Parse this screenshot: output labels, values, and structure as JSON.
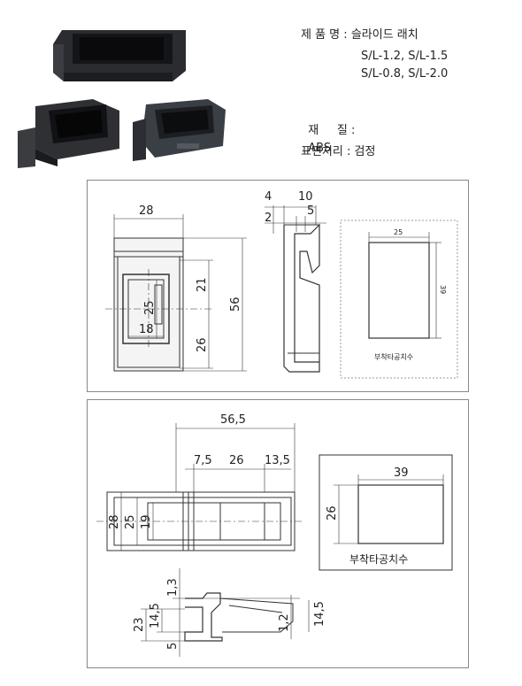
{
  "spec": {
    "name_label": "제 품 명 :",
    "name_value": "슬라이드 래치",
    "models_line1": "S/L-1.2, S/L-1.5",
    "models_line2": "S/L-0.8, S/L-2.0",
    "material_label": "재     질 :",
    "material_value": "ABS",
    "finish_label": "표면처리 :",
    "finish_value": "검정"
  },
  "drawing1": {
    "width": "28",
    "height": "56",
    "upper": "21",
    "lower": "26",
    "window_h": "25",
    "window_w": "18",
    "side_top1": "4",
    "side_top2": "10",
    "side_mid1": "2",
    "side_mid2": "5",
    "cutout_w": "25",
    "cutout_h": "39",
    "cutout_label": "부착타공치수"
  },
  "drawing2": {
    "overall": "56,5",
    "seg1": "7,5",
    "seg2": "26",
    "seg3": "13,5",
    "h_outer": "28",
    "h_mid": "25",
    "h_inner": "19",
    "cutout_w": "39",
    "cutout_h": "26",
    "cutout_label": "부착타공치수",
    "side_top": "1,3",
    "side_total": "23",
    "side_upper": "14,5",
    "side_lower": "5",
    "side_right_small": "1,2",
    "side_right": "14,5"
  }
}
